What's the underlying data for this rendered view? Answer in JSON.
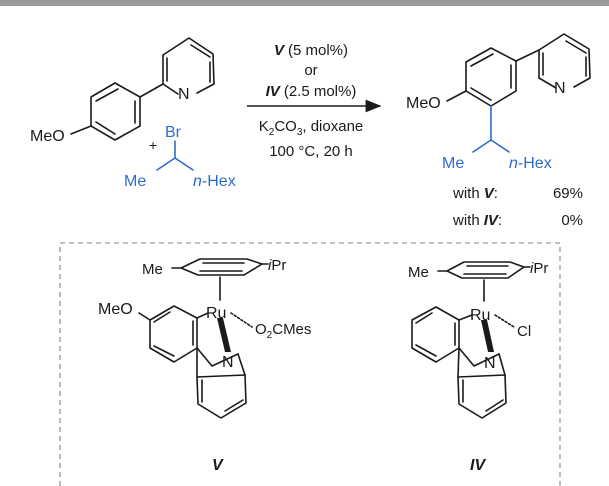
{
  "reaction": {
    "reactant_aryl": {
      "substituent": "MeO",
      "pyridine_n": "N"
    },
    "plus": "+",
    "reactant_alkyl": {
      "br": "Br",
      "me": "Me",
      "hex": "n-Hex"
    },
    "conditions": {
      "cat1_label": "V",
      "cat1_loading": "(5 mol%)",
      "or": "or",
      "cat2_label": "IV",
      "cat2_loading": "(2.5 mol%)",
      "base": "K2CO3, dioxane",
      "temp_time": "100 °C, 20 h"
    },
    "product": {
      "substituent": "MeO",
      "pyridine_n": "N",
      "me": "Me",
      "hex": "n-Hex"
    },
    "yields": [
      {
        "prefix": "with",
        "catalyst": "V",
        "value": "69%"
      },
      {
        "prefix": "with",
        "catalyst": "IV",
        "value": "0%"
      }
    ]
  },
  "catalysts": [
    {
      "label": "V",
      "me": "Me",
      "ipr": "iPr",
      "metal": "Ru",
      "methoxy": "MeO",
      "ligand": "O2CMes",
      "n": "N"
    },
    {
      "label": "IV",
      "me": "Me",
      "ipr": "iPr",
      "metal": "Ru",
      "ligand": "Cl",
      "n": "N"
    }
  ],
  "colors": {
    "ink": "#1a1a1a",
    "alkyl": "#2e6bd1",
    "dash": "#999999",
    "bar": "#9a9a9a"
  }
}
